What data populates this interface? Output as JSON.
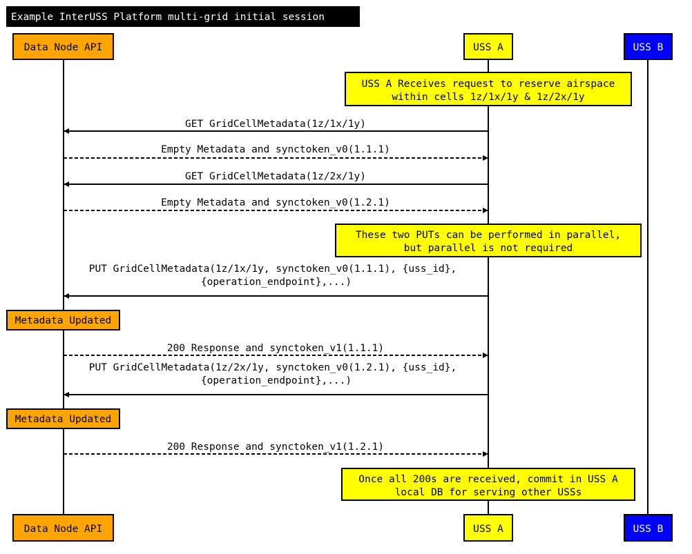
{
  "title": "Example InterUSS Platform multi-grid initial session",
  "participants": {
    "data_node_api": "Data Node API",
    "uss_a": "USS A",
    "uss_b": "USS B"
  },
  "notes": {
    "note1": [
      "USS A Receives request to reserve airspace",
      "within cells 1z/1x/1y & 1z/2x/1y"
    ],
    "note2": [
      "These two PUTs can be performed in parallel,",
      "but parallel is not required"
    ],
    "note3": [
      "Once all 200s are received, commit in USS A",
      "local DB for serving other USSs"
    ]
  },
  "messages": {
    "msg1": [
      "GET GridCellMetadata(1z/1x/1y)"
    ],
    "msg2": [
      "Empty Metadata and synctoken_v0(1.1.1)"
    ],
    "msg3": [
      "GET GridCellMetadata(1z/2x/1y)"
    ],
    "msg4": [
      "Empty Metadata and synctoken_v0(1.2.1)"
    ],
    "msg5": [
      "PUT GridCellMetadata(1z/1x/1y, synctoken_v0(1.1.1), {uss_id},",
      "{operation_endpoint},...)"
    ],
    "msg6": [
      "200 Response and synctoken_v1(1.1.1)"
    ],
    "msg7": [
      "PUT GridCellMetadata(1z/2x/1y, synctoken_v0(1.2.1), {uss_id},",
      "{operation_endpoint},...)"
    ],
    "msg8": [
      "200 Response and synctoken_v1(1.2.1)"
    ]
  },
  "events": {
    "event1": "Metadata Updated",
    "event2": "Metadata Updated"
  },
  "colors": {
    "data_node_api": "#ffa500",
    "uss_a": "#ffff00",
    "uss_b": "#0000ff",
    "note": "#ffff00",
    "event": "#ffa500",
    "title_bg": "#000000"
  }
}
